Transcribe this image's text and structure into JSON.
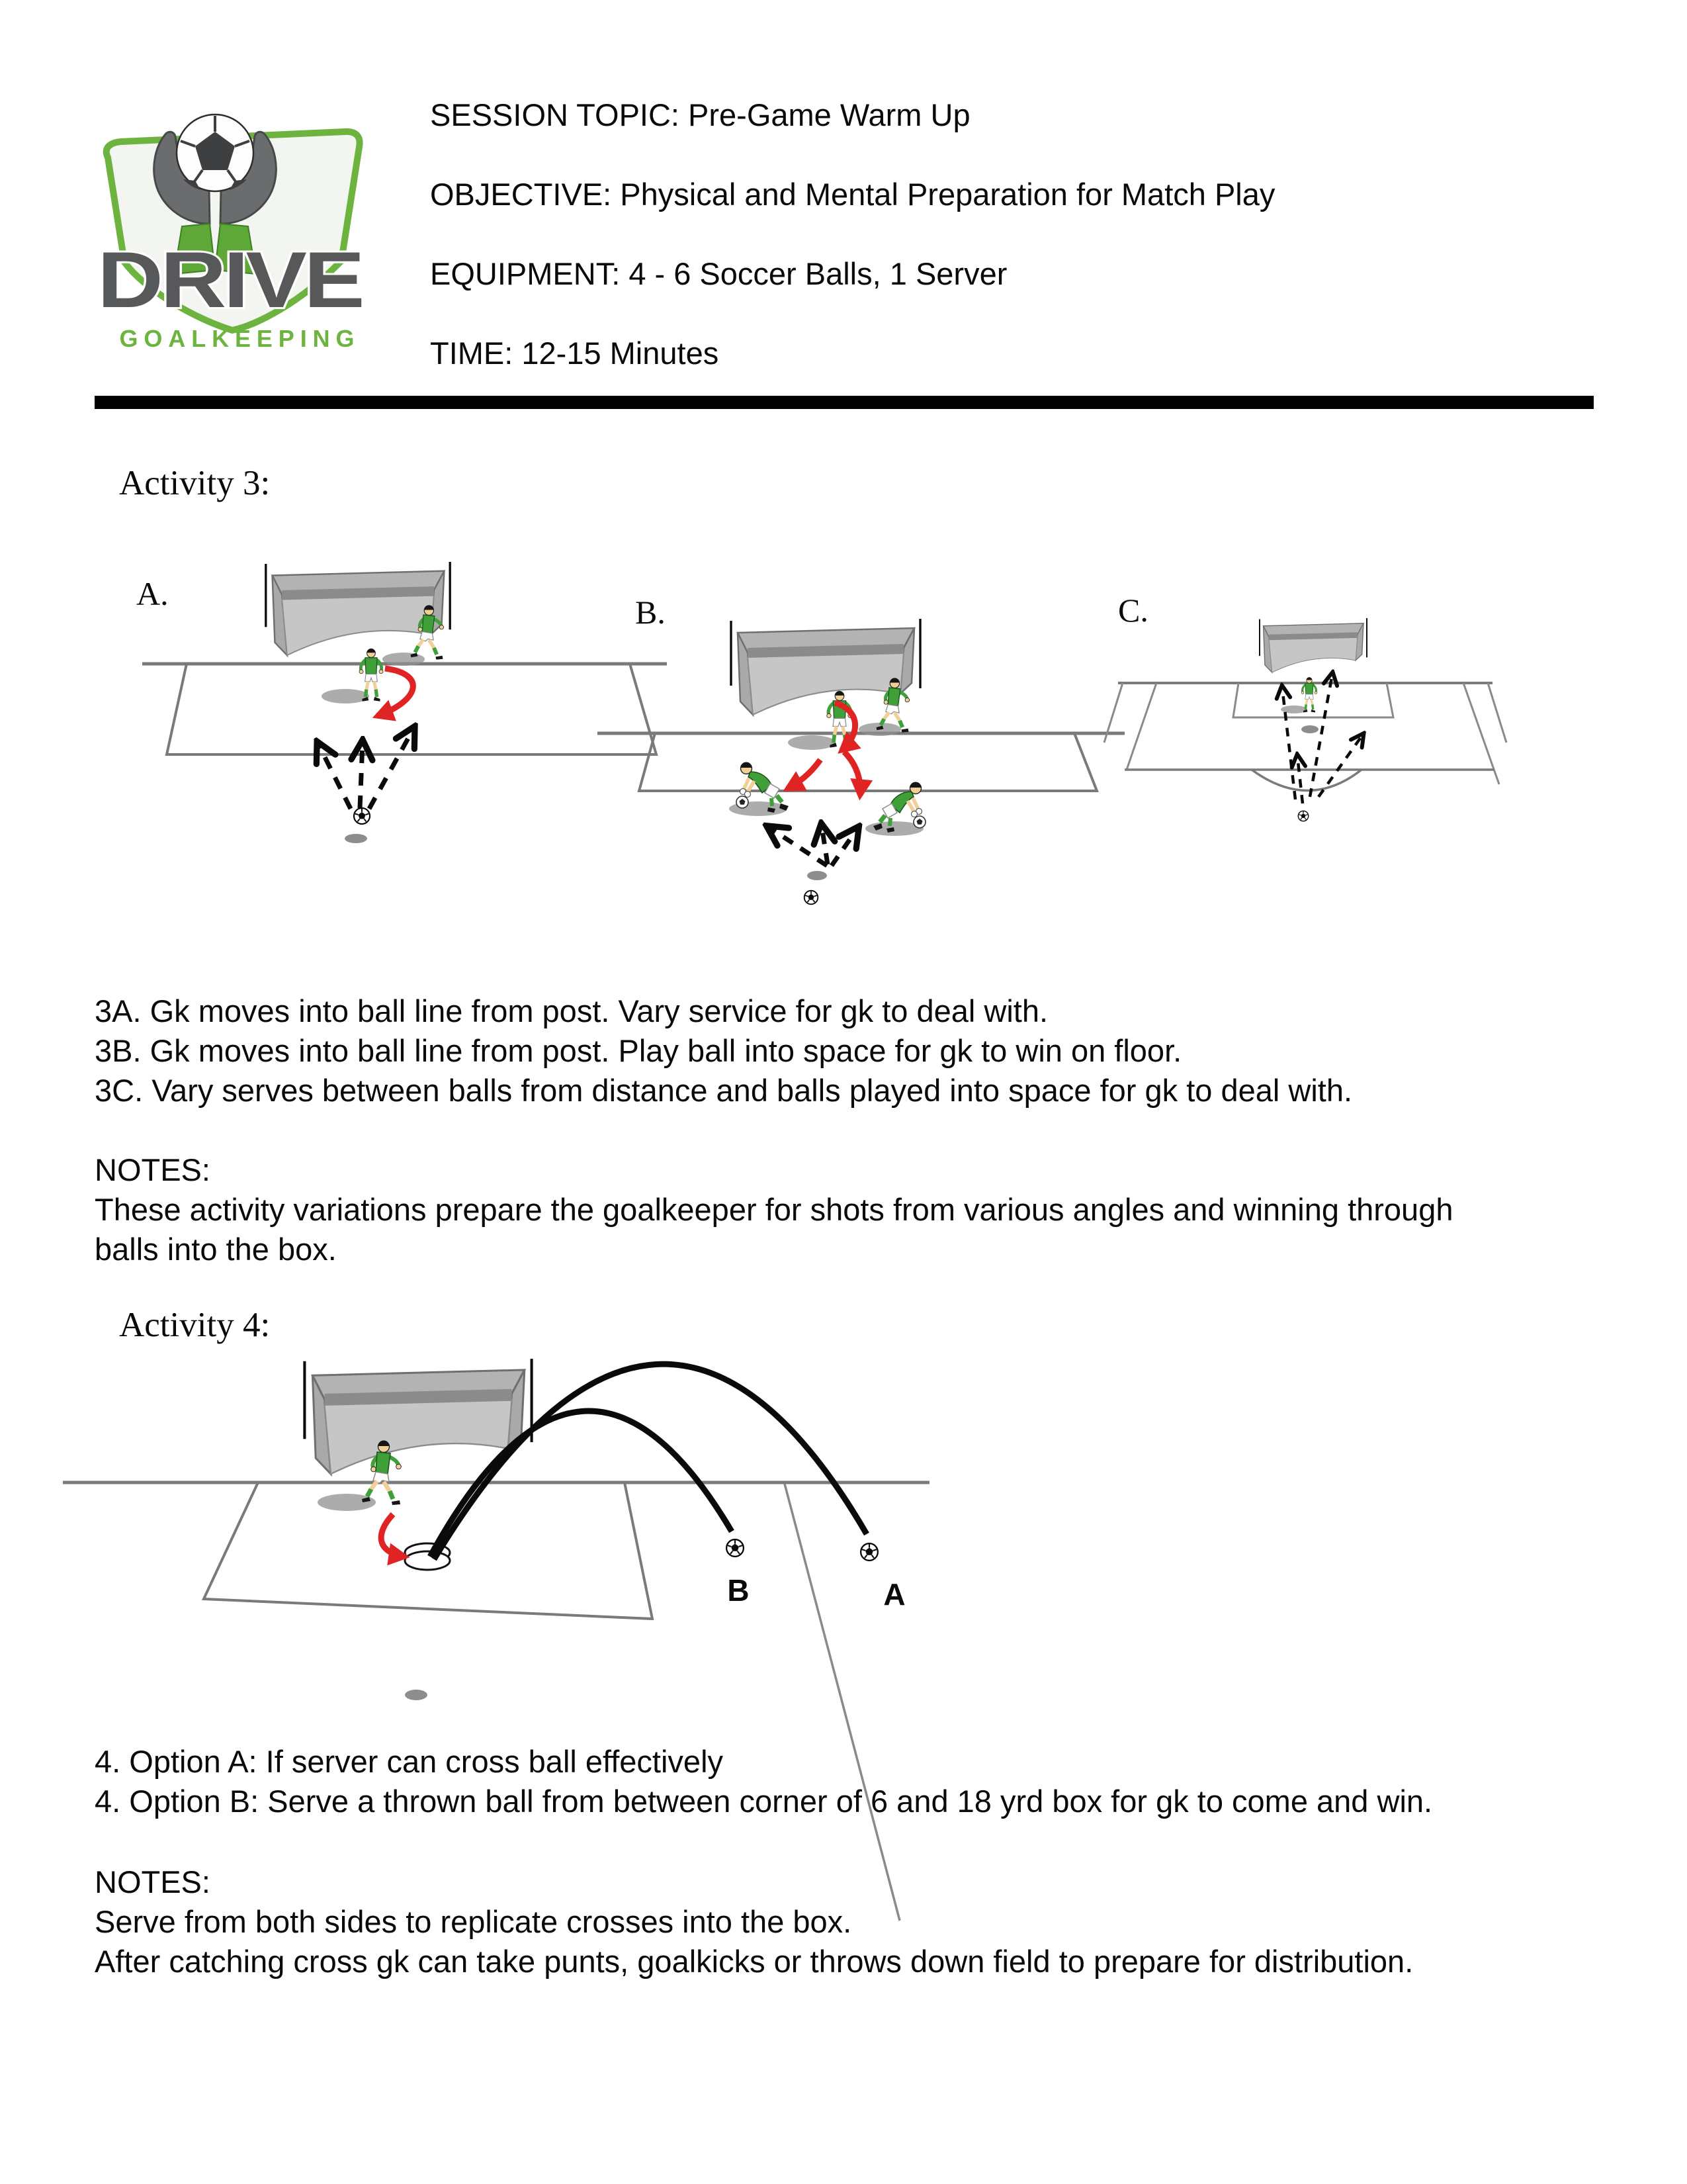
{
  "header": {
    "logo": {
      "wordmark": "DRIVE",
      "tagline": "GOALKEEPING"
    },
    "lines": [
      "SESSION TOPIC: Pre-Game Warm Up",
      "OBJECTIVE: Physical and Mental Preparation for Match Play",
      "EQUIPMENT: 4 - 6 Soccer Balls, 1 Server",
      "TIME: 12-15 Minutes"
    ]
  },
  "activity3": {
    "title": "Activity 3:",
    "labels": {
      "a": "A.",
      "b": "B.",
      "c": "C."
    },
    "descriptions": [
      "3A. Gk moves into ball line from post. Vary service for gk to deal with.",
      "3B. Gk moves into ball line from post. Play ball into space for gk to win on floor.",
      "3C. Vary serves between balls from distance and balls played into space for gk to deal with."
    ],
    "notes_heading": "NOTES:",
    "notes_lines": [
      "These activity variations prepare the goalkeeper for shots from various angles and winning through",
      "balls into the box."
    ]
  },
  "activity4": {
    "title": "Activity 4:",
    "ball_labels": {
      "a": "A",
      "b": "B"
    },
    "descriptions": [
      "4. Option A: If server can cross ball effectively",
      "4. Option B: Serve a thrown ball from between corner of 6 and 18 yrd box for gk to come and win."
    ],
    "notes_heading": "NOTES:",
    "notes_lines": [
      "Serve from both sides to replicate crosses into the box.",
      "After catching cross gk can take punts, goalkicks or throws down field to prepare for distribution."
    ]
  },
  "colors": {
    "logo_green": "#6cb33f",
    "kit_green": "#3fa03a",
    "arrow_red": "#e02424",
    "field_line_gray": "#7a7a7a",
    "goal_gray": "#c6c6c6",
    "divider_black": "#000000"
  }
}
